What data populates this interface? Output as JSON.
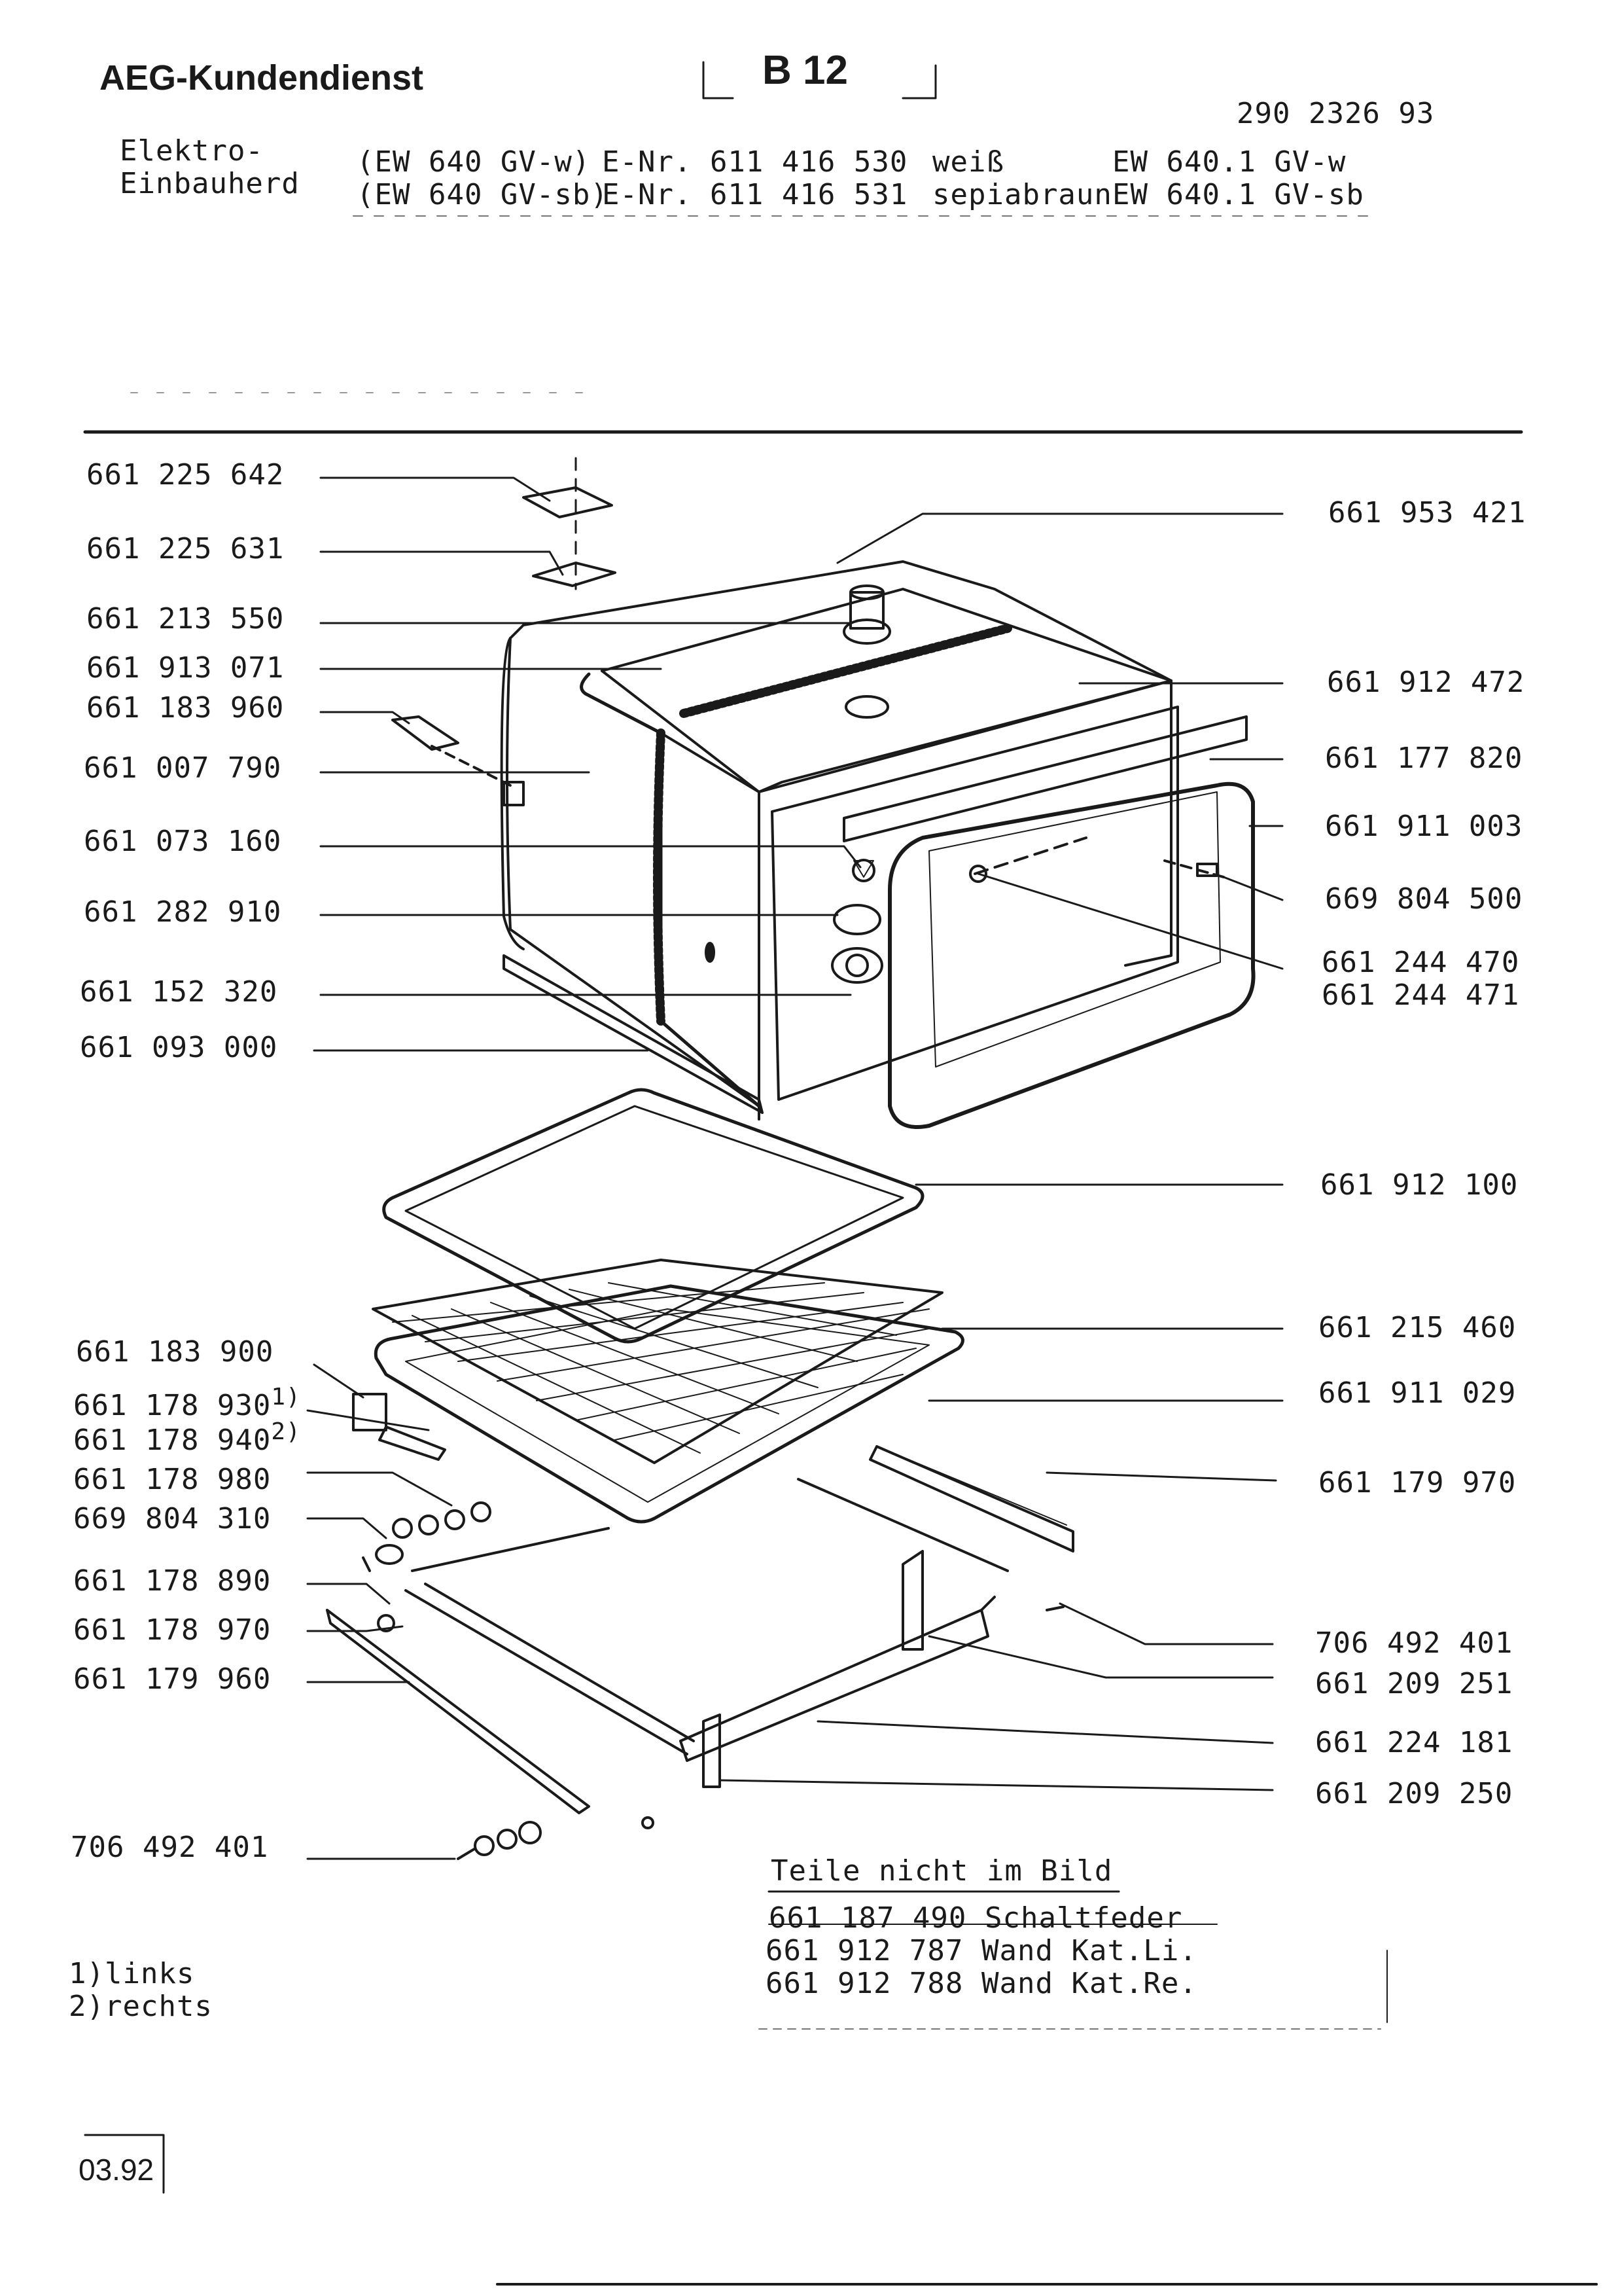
{
  "header": {
    "brand": "AEG-Kundendienst",
    "sheet": "B 12",
    "doc_number": "290 2326 93"
  },
  "appliance": {
    "type_line1": "Elektro-",
    "type_line2": "Einbauherd",
    "variants": [
      {
        "model": "(EW 640 GV-w)",
        "enr": "E-Nr. 611 416 530",
        "color": "weiß",
        "alt_model": "EW 640.1 GV-w"
      },
      {
        "model": "(EW 640 GV-sb)",
        "enr": "E-Nr. 611 416 531",
        "color": "sepiabraun",
        "alt_model": "EW 640.1 GV-sb"
      }
    ]
  },
  "parts_left": [
    "661 225 642",
    "661 225 631",
    "661 213 550",
    "661 913 071",
    "661 183 960",
    "661 007 790",
    "661 073 160",
    "661 282 910",
    "661 152 320",
    "661 093 000",
    "661 183 900",
    "661 178 930",
    "661 178 940",
    "661 178 980",
    "669 804 310",
    "661 178 890",
    "661 178 970",
    "661 179 960",
    "706 492 401"
  ],
  "parts_right": [
    "661 953 421",
    "661 912 472",
    "661 177 820",
    "661 911 003",
    "669 804 500",
    "661 244 470",
    "661 244 471",
    "661 912 100",
    "661 215 460",
    "661 911 029",
    "661 179 970",
    "706 492 401",
    "661 209 251",
    "661 224 181",
    "661 209 250"
  ],
  "footnote_marks": {
    "left": "1)",
    "right": "2)"
  },
  "not_shown": {
    "title": "Teile nicht im Bild",
    "rows": [
      {
        "number": "661 187 490",
        "name": "Schaltfeder"
      },
      {
        "number": "661 912 787",
        "name": "Wand Kat.Li."
      },
      {
        "number": "661 912 788",
        "name": "Wand Kat.Re."
      }
    ]
  },
  "footnotes": [
    "1)links",
    "2)rechts"
  ],
  "date": "03.92"
}
